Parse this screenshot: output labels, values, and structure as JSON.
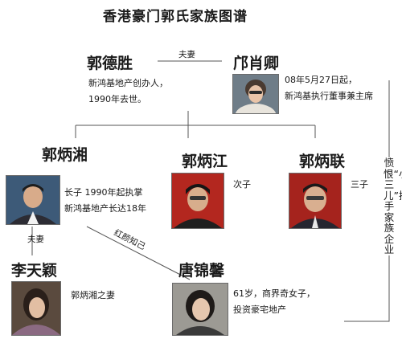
{
  "title": "香港豪门郭氏家族图谱",
  "relations": {
    "spouse_top": "夫妻",
    "spouse_left": "夫妻",
    "affair": "红颜知己",
    "side_note": "愤恨“小三儿”插手家族企业"
  },
  "people": {
    "guo_desheng": {
      "name": "郭德胜",
      "desc_line1": "新鸿基地产创办人，",
      "desc_line2": "1990年去世。"
    },
    "kwong_siu_hing": {
      "name": "邝肖卿",
      "desc_line1": "08年5月27日起，",
      "desc_line2": "新鸿基执行董事兼主席"
    },
    "guo_bingxiang": {
      "name": "郭炳湘",
      "desc_line1": "长子 1990年起执掌",
      "desc_line2": "新鸿基地产长达18年"
    },
    "guo_bingjiang": {
      "name": "郭炳江",
      "desc_line1": "次子"
    },
    "guo_binglian": {
      "name": "郭炳联",
      "desc_line1": "三子"
    },
    "li_tianying": {
      "name": "李天颖",
      "desc_line1": "郭炳湘之妻"
    },
    "tang_jinxin": {
      "name": "唐锦馨",
      "desc_line1": "61岁，商界奇女子，",
      "desc_line2": "投资豪宅地产"
    }
  },
  "photo_icons": [
    "portrait-photo"
  ]
}
